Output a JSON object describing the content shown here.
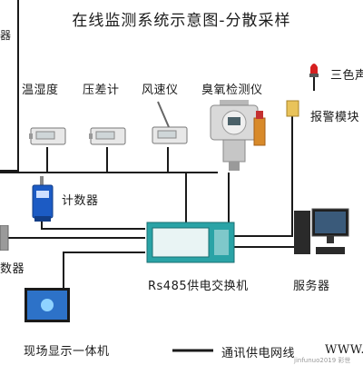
{
  "title": "在线监测系统示意图-分散采样",
  "labels": {
    "corner_fragment": "器",
    "temp_humidity": "温湿度",
    "pressure_diff": "压差计",
    "anemometer": "风速仪",
    "ozone_detector": "臭氧检测仪",
    "tricolor_light": "三色声",
    "alarm_module": "报警模块",
    "counter": "计数器",
    "counter_left": "数器",
    "switch": "Rs485供电交换机",
    "server": "服务器",
    "display": "现场显示一体机",
    "legend": "通讯供电网线",
    "website": "WWW.",
    "watermark": "jinfunuo2019 彩世"
  },
  "colors": {
    "line": "#1a1a1a",
    "counter_blue": "#1c5bc4",
    "switch_teal": "#2aa3a6",
    "alarm_red": "#d62020",
    "alarm_orange": "#d88a2a"
  }
}
